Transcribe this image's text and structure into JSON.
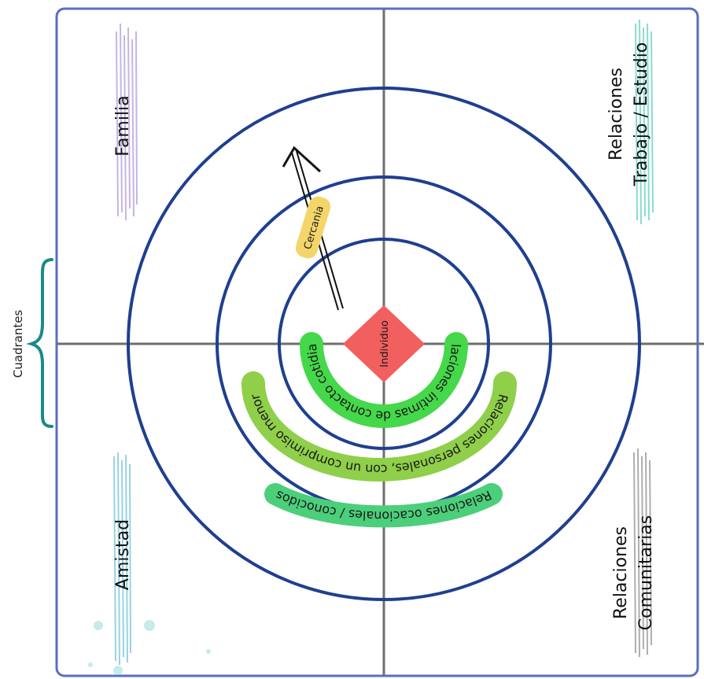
{
  "quadrants": {
    "top_left": "Familia",
    "top_right_line1": "Relaciones",
    "top_right_line2": "Trabajo / Estudio",
    "bottom_left": "Amistad",
    "bottom_right_line1": "Relaciones",
    "bottom_right_line2": "Comunitarias"
  },
  "side_label": "Cuadrantes",
  "center_label": "Individuo",
  "arrow_label": "Cercania",
  "bands": {
    "inner": "Relaciones íntimas de contacto cotidiano",
    "middle": "Relaciones personales, con un comprimiso menor",
    "outer": "Relaciones ocacionales / conocidos"
  },
  "colors": {
    "frame": "#5a6fc0",
    "rings": "#1f3f8f",
    "axes": "#6e6e6e",
    "center": "#f25f5f",
    "arrow_tag": "#f3d56a",
    "band_inner": "#45d84a",
    "band_middle": "#8fcf4a",
    "band_outer": "#4ccf7a",
    "brace": "#1a8a8a"
  }
}
